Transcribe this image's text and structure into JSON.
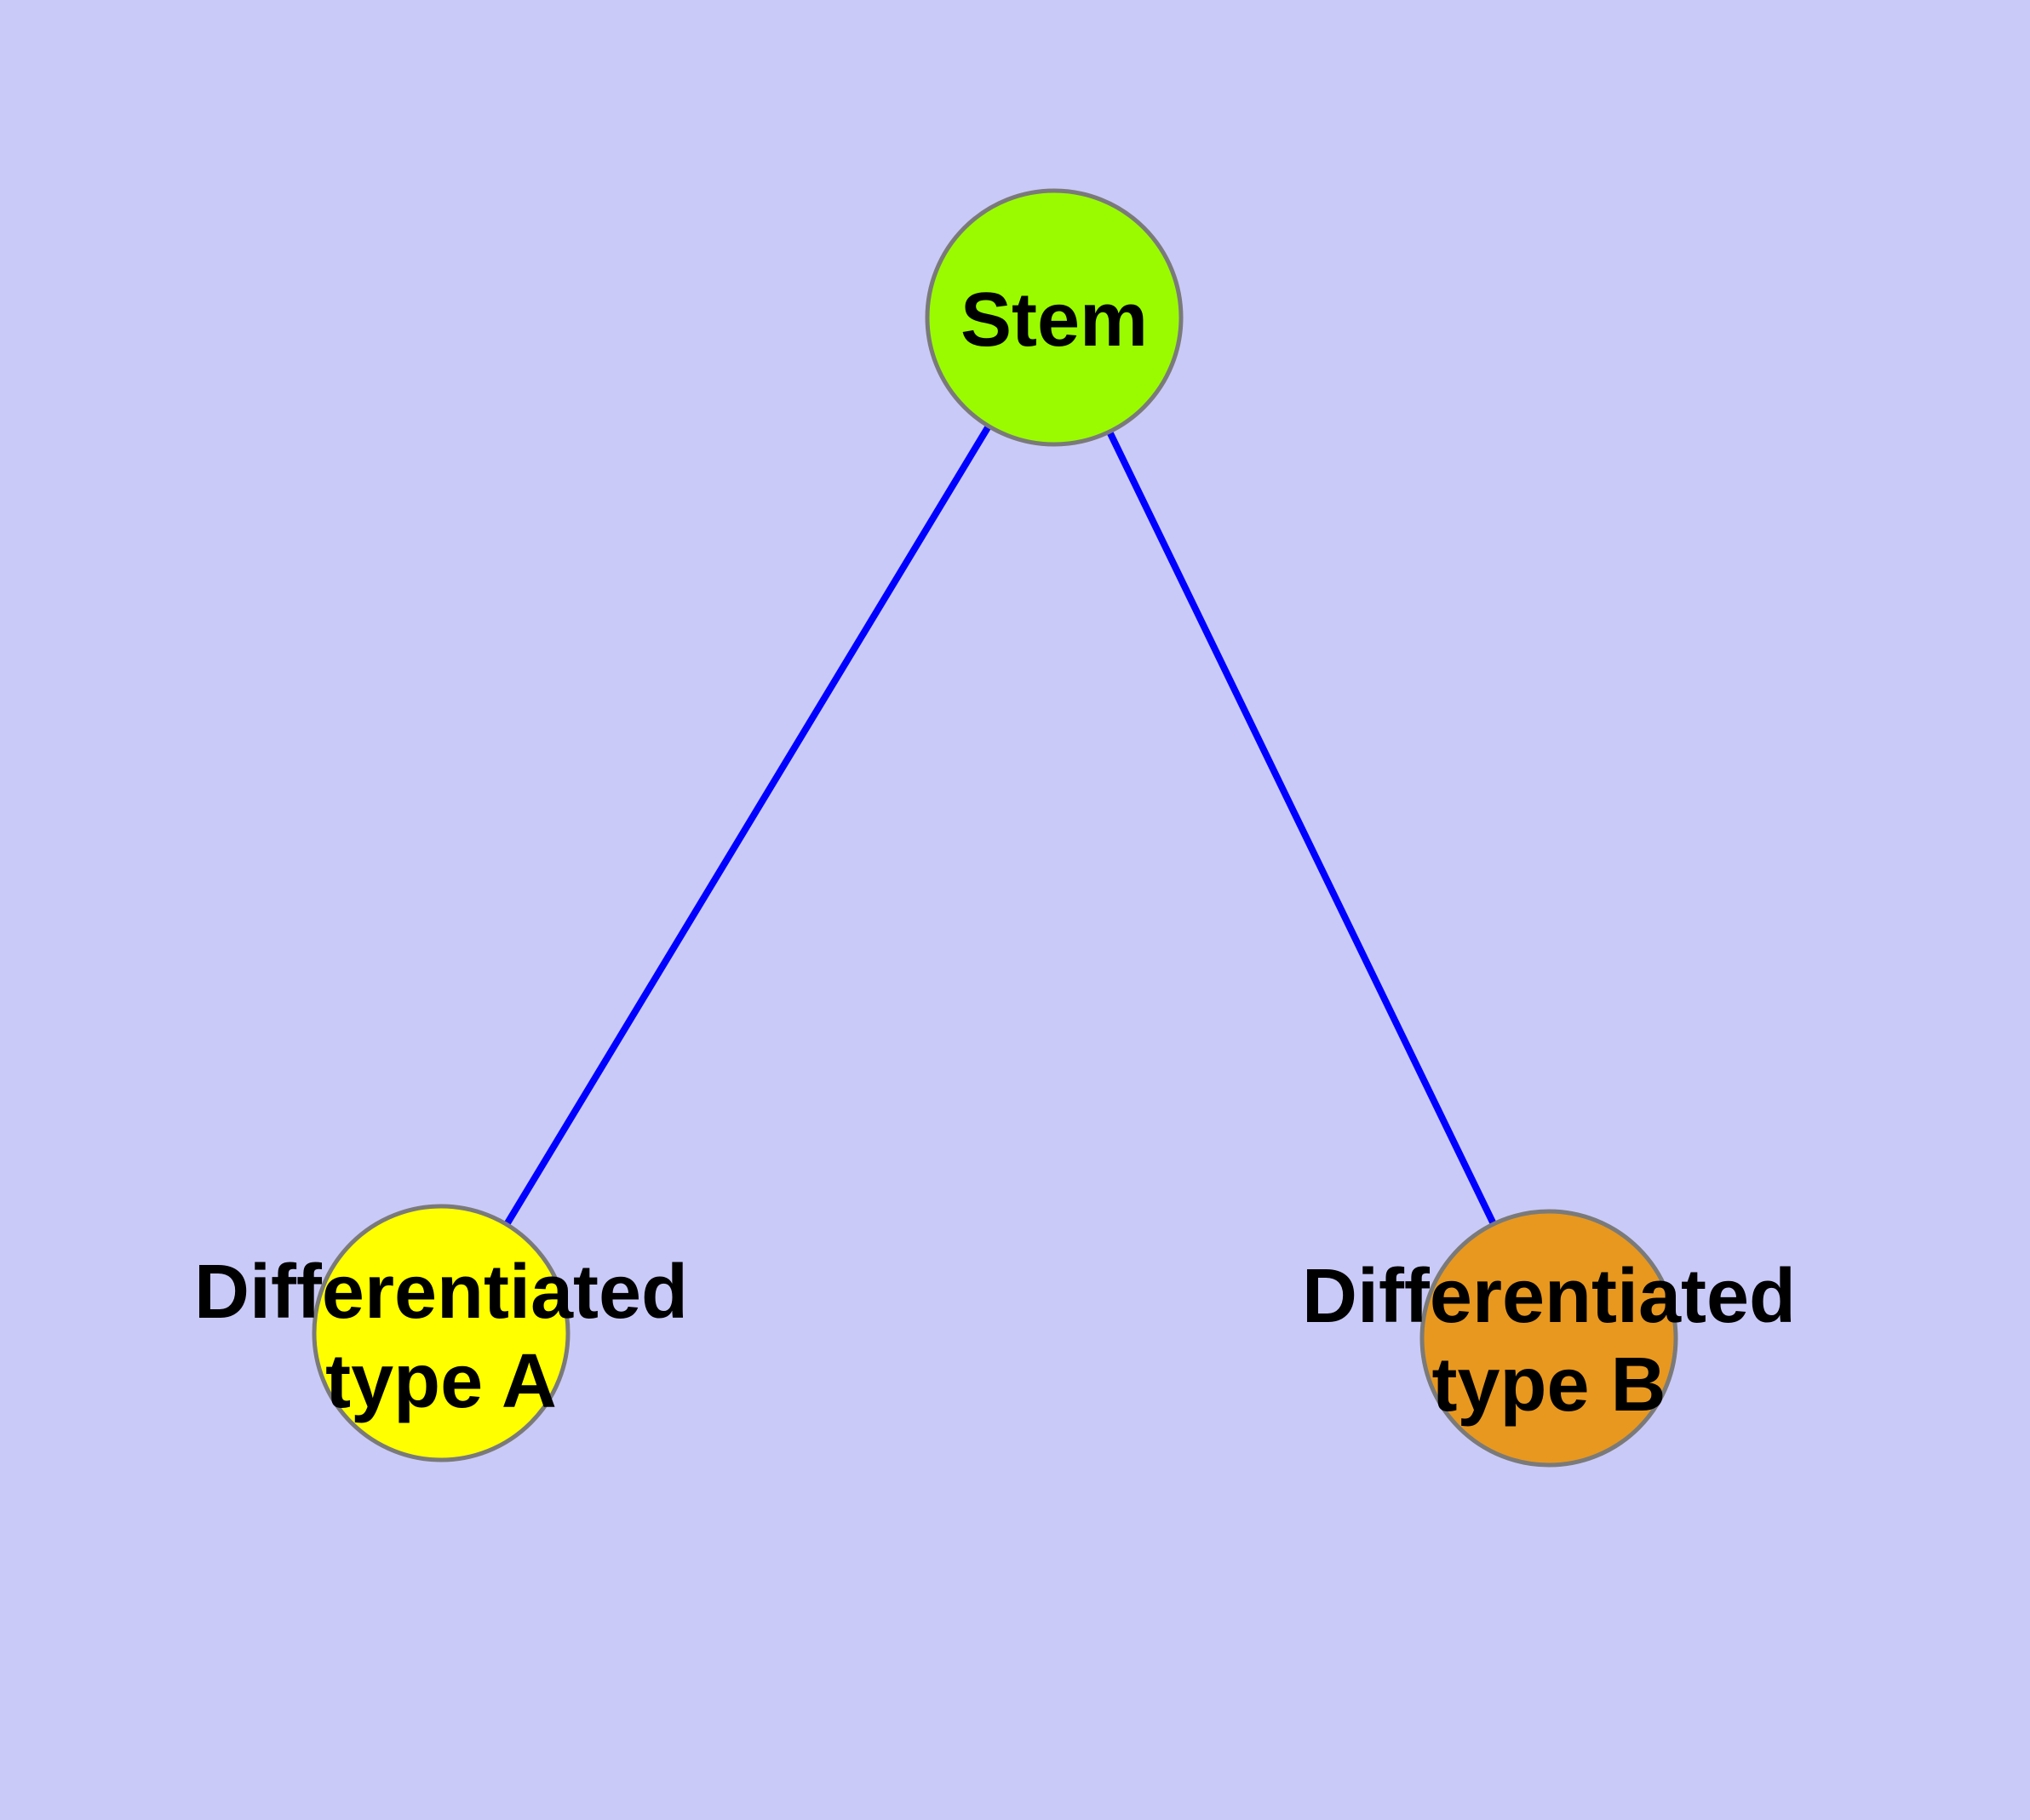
{
  "diagram": {
    "background_color": "#cacaf8",
    "edge_color": "#0000ff",
    "node_border_color": "#7a7a7a",
    "label_color": "#000000",
    "nodes": [
      {
        "id": "stem",
        "label": "Stem",
        "fill_color": "#9afb00"
      },
      {
        "id": "differentiated-type-a",
        "label": "Differentiated type A",
        "label_line1": "Differentiated",
        "label_line2": "type A",
        "fill_color": "#ffff00"
      },
      {
        "id": "differentiated-type-b",
        "label": "Differentiated type B",
        "label_line1": "Differentiated",
        "label_line2": "type B",
        "fill_color": "#e8981f"
      }
    ],
    "edges": [
      {
        "from": "Stem",
        "to": "Differentiated type A"
      },
      {
        "from": "Stem",
        "to": "Differentiated type B"
      }
    ]
  }
}
